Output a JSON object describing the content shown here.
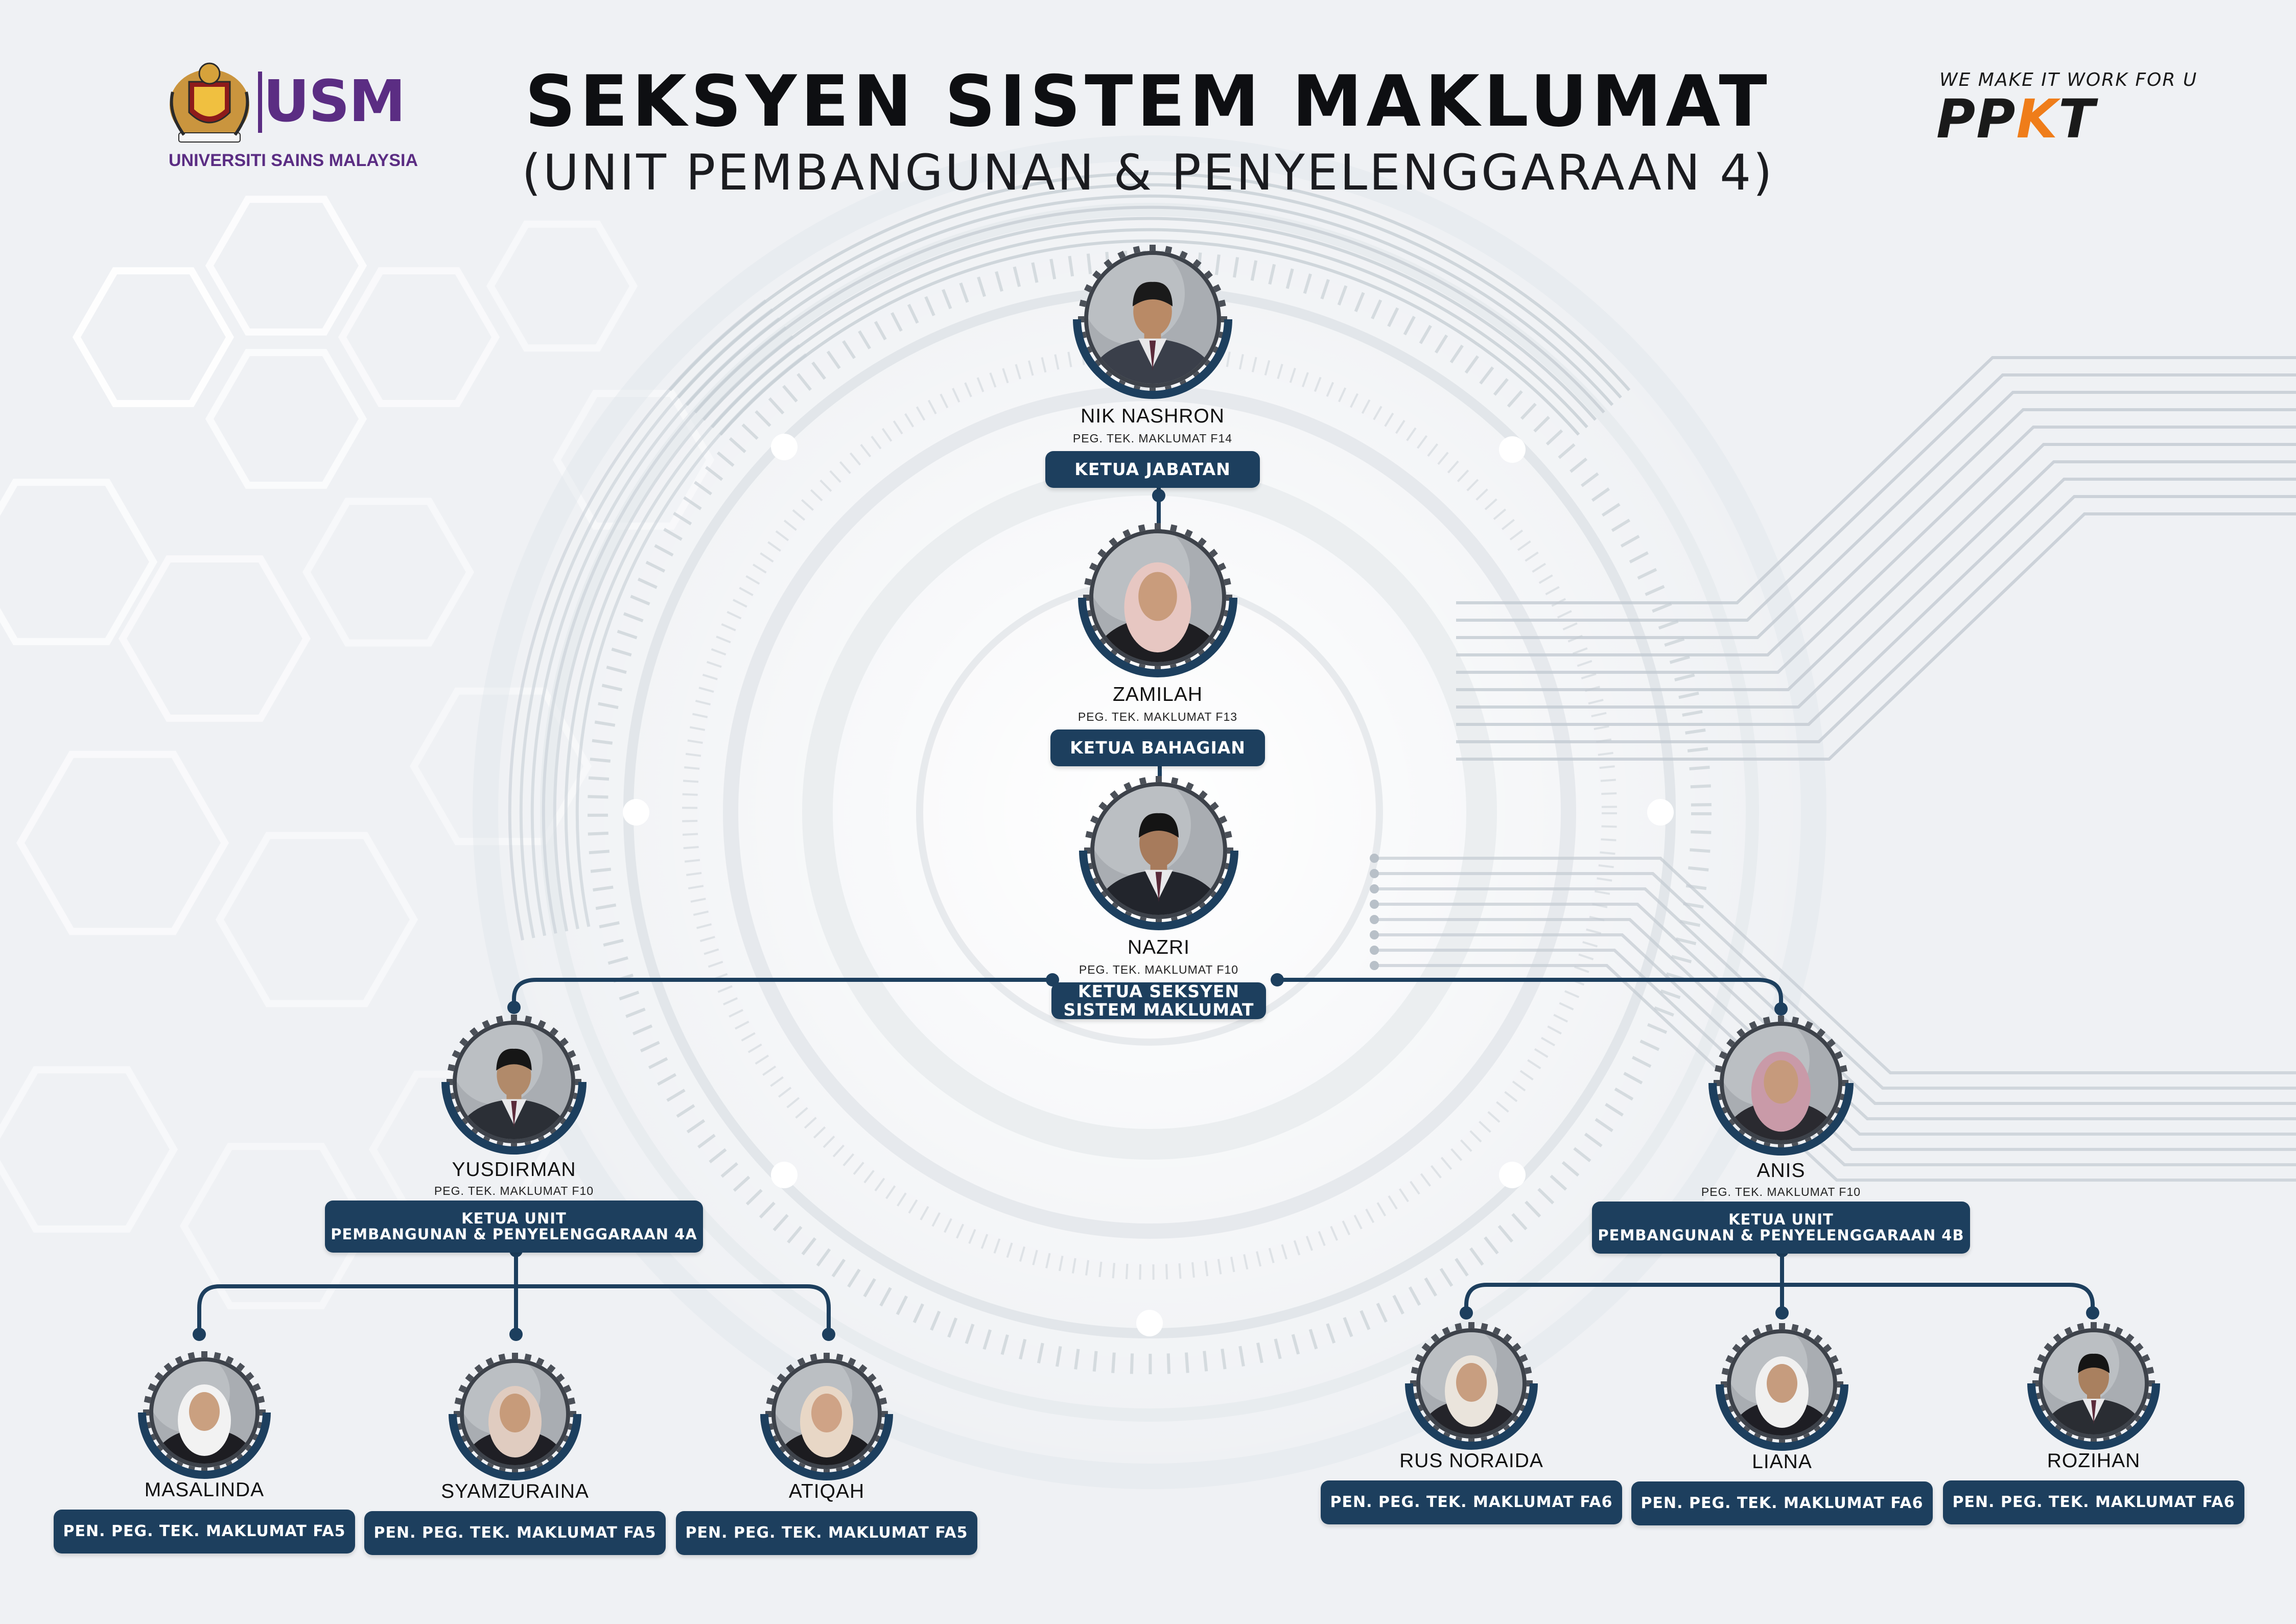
{
  "header": {
    "title": "SEKSYEN SISTEM MAKLUMAT",
    "subtitle": "(UNIT PEMBANGUNAN & PENYELENGGARAAN 4)"
  },
  "logos": {
    "usm_word": "USM",
    "usm_caption": "UNIVERSITI SAINS MALAYSIA",
    "ppkt_tagline": "WE MAKE IT WORK FOR U",
    "ppkt_word_a": "PP",
    "ppkt_word_k": "K",
    "ppkt_word_b": "T"
  },
  "colors": {
    "badge": "#1d3f5e",
    "connector": "#1d3f5e",
    "usm_purple": "#5b2d83",
    "ppkt_orange": "#ef7d1a"
  },
  "people": [
    {
      "id": "nik-nashron",
      "name": "NIK NASHRON",
      "grade": "PEG. TEK. MAKLUMAT F14",
      "role": "KETUA JABATAN",
      "role_line2": "",
      "skin": "#b98a66",
      "hair": "#1a1a1a",
      "outfit": "#3a3f4a",
      "hijab": ""
    },
    {
      "id": "zamilah",
      "name": "ZAMILAH",
      "grade": "PEG. TEK. MAKLUMAT F13",
      "role": "KETUA BAHAGIAN",
      "role_line2": "",
      "skin": "#c99c7c",
      "hair": "",
      "outfit": "#1e1e22",
      "hijab": "#e7c7c2"
    },
    {
      "id": "nazri",
      "name": "NAZRI",
      "grade": "PEG. TEK. MAKLUMAT F10",
      "role": "KETUA SEKSYEN",
      "role_line2": "SISTEM MAKLUMAT",
      "skin": "#a77b5c",
      "hair": "#141414",
      "outfit": "#22252c",
      "hijab": ""
    },
    {
      "id": "yusdirman",
      "name": "YUSDIRMAN",
      "grade": "PEG. TEK. MAKLUMAT F10",
      "role": "KETUA UNIT",
      "role_line2": "PEMBANGUNAN & PENYELENGGARAAN 4A",
      "skin": "#b18a6a",
      "hair": "#161616",
      "outfit": "#2b2f36",
      "hijab": ""
    },
    {
      "id": "anis",
      "name": "ANIS",
      "grade": "PEG. TEK. MAKLUMAT F10",
      "role": "KETUA UNIT",
      "role_line2": "PEMBANGUNAN & PENYELENGGARAAN 4B",
      "skin": "#c69a7c",
      "hair": "",
      "outfit": "#2a2a30",
      "hijab": "#c99aa8"
    },
    {
      "id": "masalinda",
      "name": "MASALINDA",
      "grade": "",
      "role": "PEN. PEG. TEK. MAKLUMAT FA5",
      "role_line2": "",
      "skin": "#caa080",
      "hair": "",
      "outfit": "#1d1d22",
      "hijab": "#f2f2f2"
    },
    {
      "id": "syamzuraina",
      "name": "SYAMZURAINA",
      "grade": "",
      "role": "PEN. PEG. TEK. MAKLUMAT FA5",
      "role_line2": "",
      "skin": "#c79b7a",
      "hair": "",
      "outfit": "#1f1f25",
      "hijab": "#e0ccc0"
    },
    {
      "id": "atiqah",
      "name": "ATIQAH",
      "grade": "",
      "role": "PEN. PEG. TEK. MAKLUMAT FA5",
      "role_line2": "",
      "skin": "#cfa386",
      "hair": "",
      "outfit": "#1c1c20",
      "hijab": "#e8d7c6"
    },
    {
      "id": "rus-noraida",
      "name": "RUS NORAIDA",
      "grade": "",
      "role": "PEN. PEG. TEK. MAKLUMAT FA6",
      "role_line2": "",
      "skin": "#c89e80",
      "hair": "",
      "outfit": "#24242a",
      "hijab": "#eae4dc"
    },
    {
      "id": "liana",
      "name": "LIANA",
      "grade": "",
      "role": "PEN. PEG. TEK. MAKLUMAT FA6",
      "role_line2": "",
      "skin": "#c69c7e",
      "hair": "",
      "outfit": "#1e1e24",
      "hijab": "#f0f0f0"
    },
    {
      "id": "rozihan",
      "name": "ROZIHAN",
      "grade": "",
      "role": "PEN. PEG. TEK. MAKLUMAT FA6",
      "role_line2": "",
      "skin": "#a9805f",
      "hair": "#151515",
      "outfit": "#2a2d33",
      "hijab": ""
    }
  ]
}
